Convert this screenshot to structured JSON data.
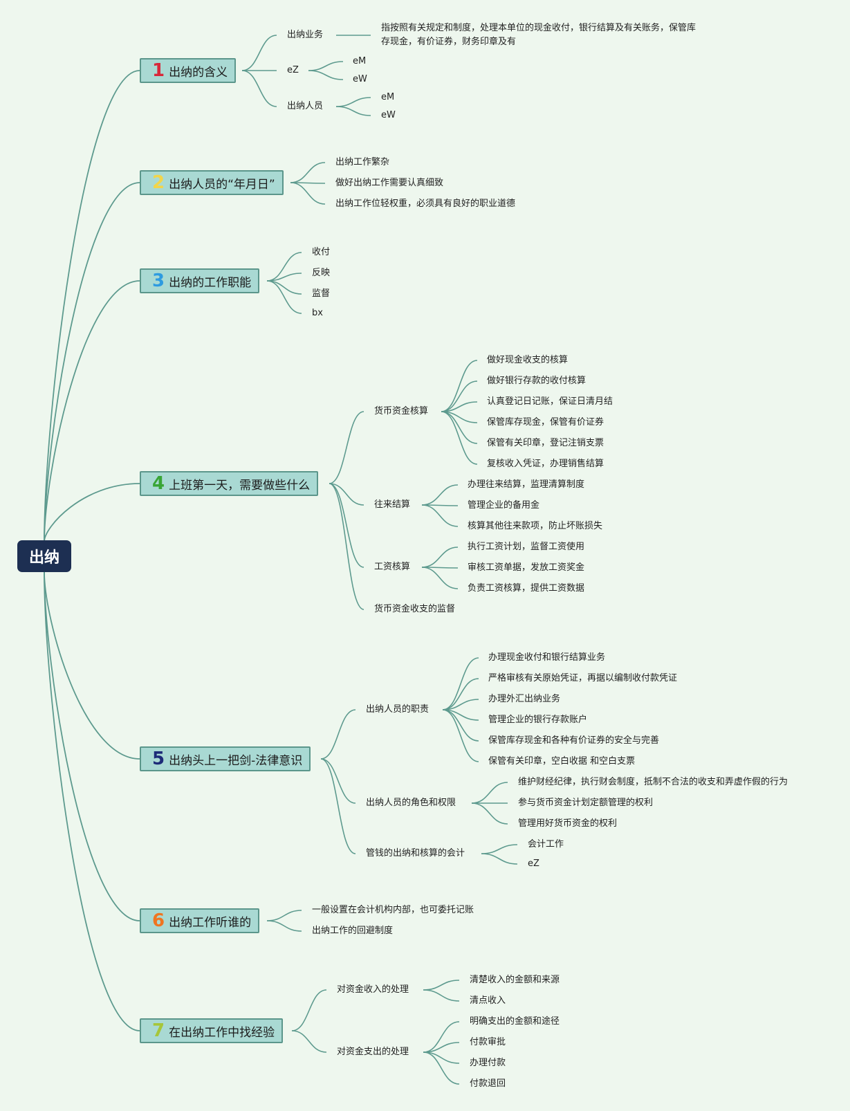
{
  "root": {
    "label": "出纳"
  },
  "branches": [
    {
      "num": "1",
      "color": "#d8283a",
      "title": "出纳的含义"
    },
    {
      "num": "2",
      "color": "#f2d54a",
      "title": "出纳人员的“年月日”"
    },
    {
      "num": "3",
      "color": "#2e9be0",
      "title": "出纳的工作职能"
    },
    {
      "num": "4",
      "color": "#39a536",
      "title": "上班第一天，需要做些什么"
    },
    {
      "num": "5",
      "color": "#1d2c78",
      "title": "出纳头上一把剑-法律意识"
    },
    {
      "num": "6",
      "color": "#ef7521",
      "title": "出纳工作听谁的"
    },
    {
      "num": "7",
      "color": "#a6c63a",
      "title": "在出纳工作中找经验"
    }
  ],
  "labels": [
    "出纳业务",
    "指按照有关规定和制度，处理本单位的现金收付，银行结算及有关账务，保管库",
    "存现金，有价证券，财务印章及有",
    "eZ",
    "eM",
    "eW",
    "出纳人员",
    "eM",
    "eW",
    "出纳工作繁杂",
    "做好出纳工作需要认真细致",
    "出纳工作位轻权重，必须具有良好的职业道德",
    "收付",
    "反映",
    "监督",
    "bx",
    "货币资金核算",
    "做好现金收支的核算",
    "做好银行存款的收付核算",
    "认真登记日记账，保证日清月结",
    "保管库存现金，保管有价证券",
    "保管有关印章，登记注销支票",
    "复核收入凭证，办理销售结算",
    "往来结算",
    "办理往来结算，监理清算制度",
    "管理企业的备用金",
    "核算其他往来款项，防止坏账损失",
    "工资核算",
    "执行工资计划，监督工资使用",
    "审核工资单据，发放工资奖金",
    "负责工资核算，提供工资数据",
    "货币资金收支的监督",
    "出纳人员的职责",
    "办理现金收付和银行结算业务",
    "严格审核有关原始凭证，再据以编制收付款凭证",
    "办理外汇出纳业务",
    "管理企业的银行存款账户",
    "保管库存现金和各种有价证券的安全与完善",
    "保管有关印章，空白收据 和空白支票",
    "出纳人员的角色和权限",
    "维护财经纪律，执行财会制度，抵制不合法的收支和弄虚作假的行为",
    "参与货币资金计划定额管理的权利",
    "管理用好货币资金的权利",
    "管钱的出纳和核算的会计",
    "会计工作",
    "eZ",
    "一般设置在会计机构内部，也可委托记账",
    "出纳工作的回避制度",
    "对资金收入的处理",
    "清楚收入的金额和来源",
    "清点收入",
    "对资金支出的处理",
    "明确支出的金额和途径",
    "付款审批",
    "办理付款",
    "付款退回"
  ],
  "line_color": "#5d9a8e"
}
